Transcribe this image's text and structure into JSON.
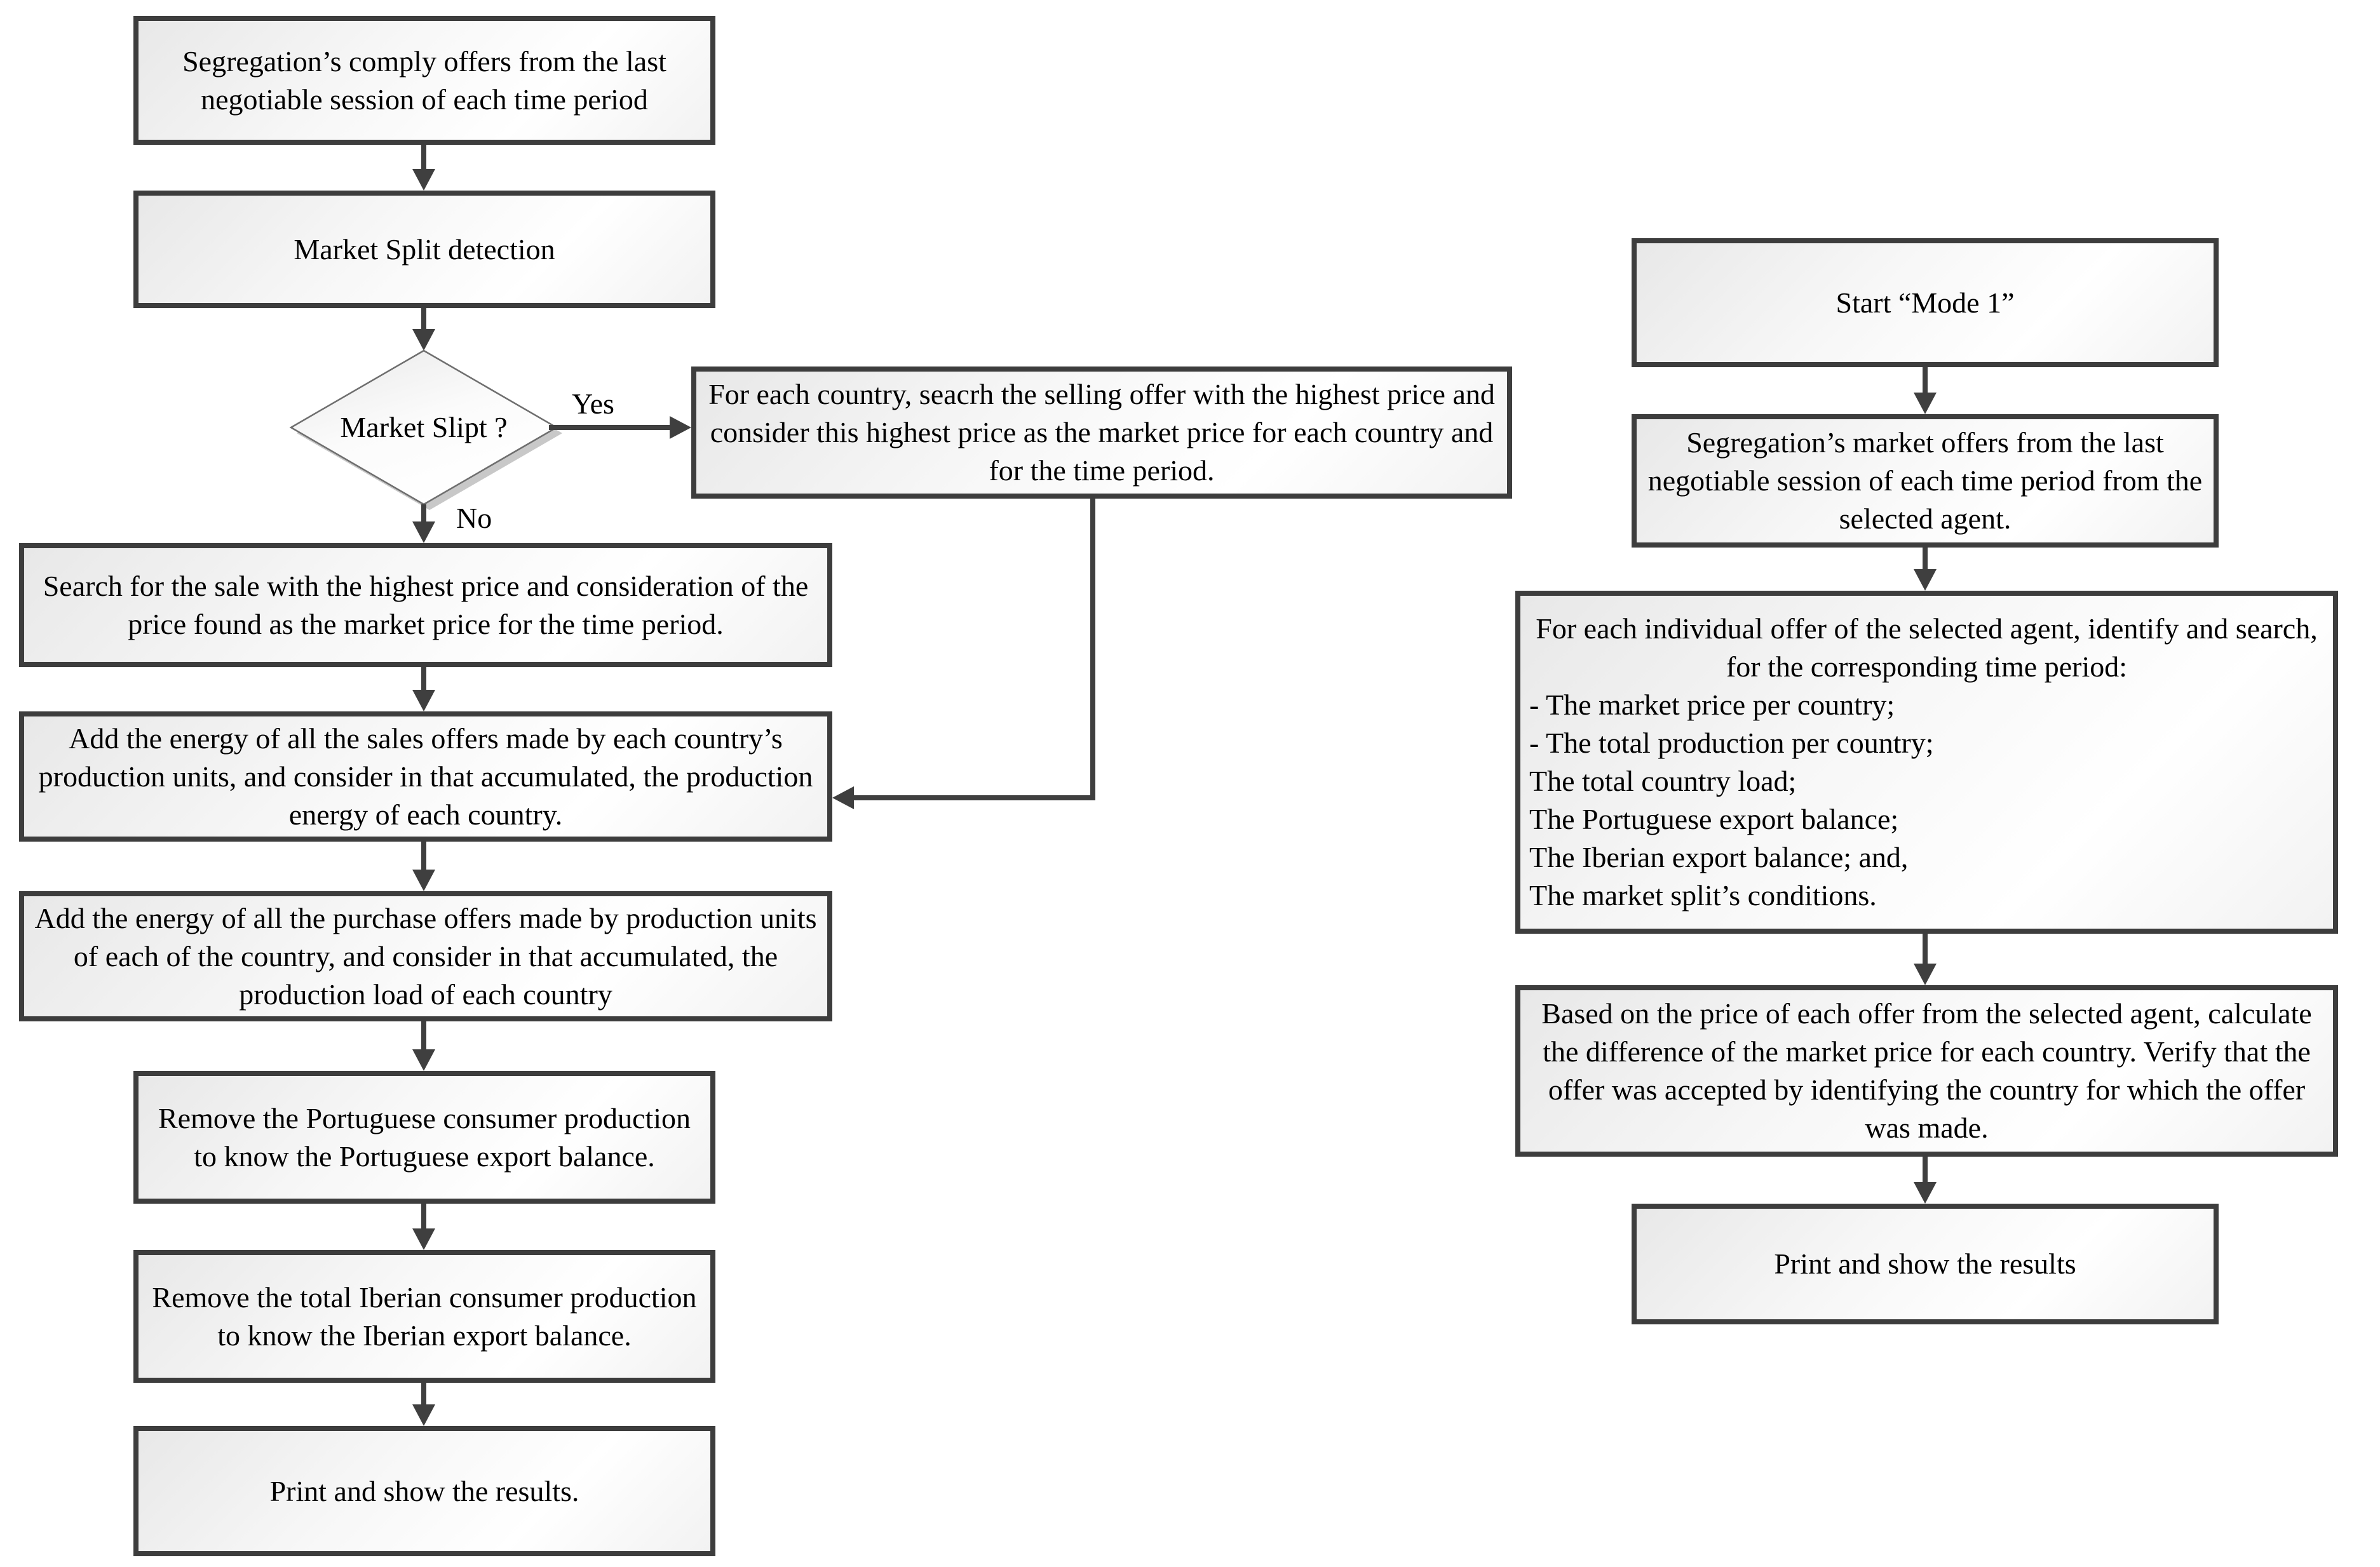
{
  "colors": {
    "box_border": "#3d3d3d",
    "arrow": "#3f3f3f",
    "fill_light": "#e8e8e8",
    "fill_white": "#ffffff",
    "diamond_shadow": "#c8c8c8"
  },
  "left_flow": {
    "segregation_offers": "Segregation’s comply offers from the last negotiable session of each time period",
    "market_split_detection": "Market Split detection",
    "market_split_question": "Market Slipt ?",
    "yes_label": "Yes",
    "no_label": "No",
    "highest_offer_per_country": "For each country, seacrh the selling offer with the highest price and consider this highest price as the market price for each country and for the time period.",
    "search_sale": "Search for the sale with the highest price and consideration of the price found as the market price for the time period.",
    "add_sales_energy": "Add the energy of all the sales offers made by each country’s production units, and consider in that accumulated, the production energy of each country.",
    "add_purchase_energy": "Add the energy of all the purchase offers made by production units of each of the country, and consider in that accumulated, the production load of each country",
    "remove_portuguese": "Remove the Portuguese consumer production to know the Portuguese export balance.",
    "remove_iberian": "Remove the total Iberian consumer production to know the Iberian export balance.",
    "print_results": "Print and show the results."
  },
  "right_flow": {
    "start_mode1": "Start “Mode 1”",
    "segregation_market_offers": "Segregation’s market offers from the last negotiable session of each time period from the selected agent.",
    "identify_intro": "For each individual offer of the selected agent, identify and search, for the corresponding time period:",
    "identify_items": [
      "- The market price per country;",
      "- The total production per country;",
      "The total country load;",
      "The Portuguese export balance;",
      "The Iberian export balance; and,",
      "The market split’s conditions."
    ],
    "based_on_price": "Based on the price of each offer from the selected agent, calculate the difference of the market price for each country. Verify that the offer was accepted by identifying the country for which the offer was made.",
    "print_results": "Print and show the results"
  }
}
